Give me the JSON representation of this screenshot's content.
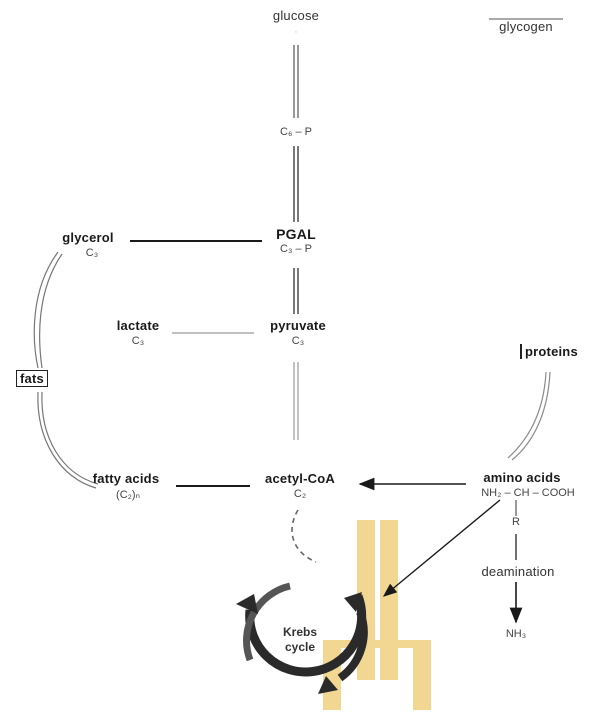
{
  "nodes": {
    "glucose": {
      "name": "glucose"
    },
    "glycogen": {
      "name": "glycogen"
    },
    "c6p": {
      "name": "C₆ – P"
    },
    "pgal": {
      "name": "PGAL",
      "sub": "C₃ – P"
    },
    "glycerol": {
      "name": "glycerol",
      "sub": "C₃"
    },
    "lactate": {
      "name": "lactate",
      "sub": "C₃"
    },
    "pyruvate": {
      "name": "pyruvate",
      "sub": "C₃"
    },
    "fats": {
      "name": "fats"
    },
    "proteins": {
      "name": "proteins"
    },
    "fatty_acids": {
      "name": "fatty acids",
      "sub": "(C₂)ₙ"
    },
    "acetyl_coa": {
      "name": "acetyl-CoA",
      "sub": "C₂"
    },
    "amino_acids": {
      "name": "amino acids",
      "formula": "NH₂ – CH – COOH",
      "r_group": "R"
    },
    "deamination": {
      "name": "deamination"
    },
    "nh3": {
      "name": "NH₃"
    },
    "krebs": {
      "line1": "Krebs",
      "line2": "cycle"
    }
  },
  "colors": {
    "ink": "#1a1a1a",
    "faint": "#8a8a8a",
    "watermark": "#e7b73a"
  },
  "icons": [
    "arrow-head",
    "cycle-arrow",
    "watermark-logo"
  ]
}
